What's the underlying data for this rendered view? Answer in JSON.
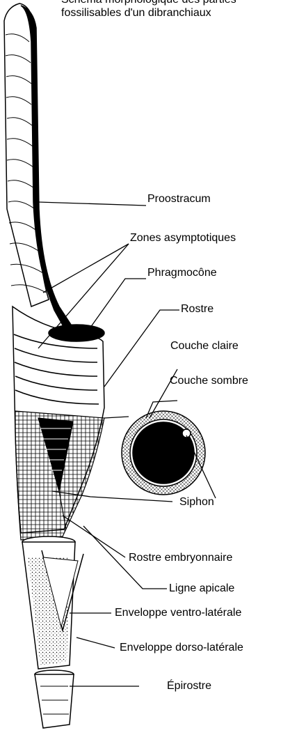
{
  "title_lines": [
    "Schéma morphologique des parties",
    "fossilisables d'un dibranchiaux"
  ],
  "labels": {
    "proostracum": "Proostracum",
    "zones_asymptotiques": "Zones asymptotiques",
    "phragmocone": "Phragmocône",
    "rostre": "Rostre",
    "couche_claire": "Couche claire",
    "couche_sombre": "Couche sombre",
    "siphon": "Siphon",
    "rostre_embryonnaire": "Rostre embryonnaire",
    "ligne_apicale": "Ligne apicale",
    "enveloppe_ventro_laterale": "Enveloppe ventro-latérale",
    "enveloppe_dorso_laterale": "Enveloppe dorso-latérale",
    "epirostre": "Épirostre"
  },
  "colors": {
    "ink": "#000000",
    "paper": "#ffffff"
  }
}
